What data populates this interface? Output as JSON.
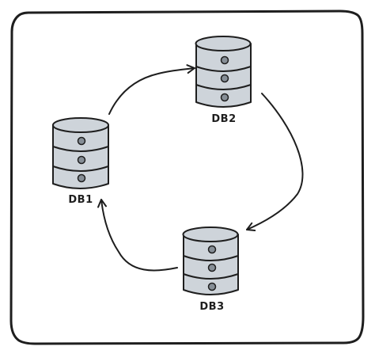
{
  "diagram": {
    "nodes": [
      {
        "id": "db1",
        "label": "DB1"
      },
      {
        "id": "db2",
        "label": "DB2"
      },
      {
        "id": "db3",
        "label": "DB3"
      }
    ],
    "edges": [
      {
        "from": "db1",
        "to": "db2"
      },
      {
        "from": "db2",
        "to": "db3"
      },
      {
        "from": "db3",
        "to": "db1"
      }
    ]
  },
  "colors": {
    "stroke": "#1e1e1e",
    "cylinder_fill": "#ced4da",
    "dot_fill": "#868e96",
    "background": "#ffffff"
  }
}
